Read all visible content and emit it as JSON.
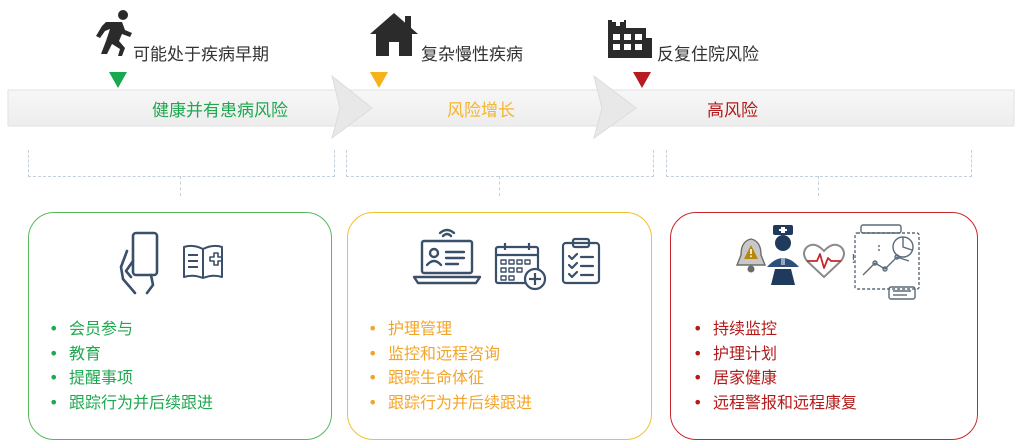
{
  "stages": [
    {
      "icon": "running-person-icon",
      "label": "可能处于疾病早期",
      "marker_color": "#18a84e"
    },
    {
      "icon": "house-icon",
      "label": "复杂慢性疾病",
      "marker_color": "#f5b21b"
    },
    {
      "icon": "hospital-icon",
      "label": "反复住院风险",
      "marker_color": "#b81c23"
    }
  ],
  "bands": [
    {
      "label": "健康并有患病风险",
      "color": "#1fa84f"
    },
    {
      "label": "风险增长",
      "color": "#f3b531"
    },
    {
      "label": "高风险",
      "color": "#b31b1b"
    }
  ],
  "cards": [
    {
      "border_color": "#56b85c",
      "icons": [
        "smartphone-in-hand-icon",
        "medical-booklet-icon"
      ],
      "items": [
        "会员参与",
        "教育",
        "提醒事项",
        "跟踪行为并后续跟进"
      ]
    },
    {
      "border_color": "#f0c12e",
      "icons": [
        "laptop-profile-icon",
        "calendar-add-icon",
        "clipboard-checklist-icon"
      ],
      "items": [
        "护理管理",
        "监控和远程咨询",
        "跟踪生命体征",
        "跟踪行为并后续跟进"
      ]
    },
    {
      "border_color": "#c8262b",
      "icons": [
        "alarm-bell-icon",
        "nurse-icon",
        "heartbeat-icon",
        "monitoring-dashboard-icon"
      ],
      "items": [
        "持续监控",
        "护理计划",
        "居家健康",
        "远程警报和远程康复"
      ]
    }
  ]
}
